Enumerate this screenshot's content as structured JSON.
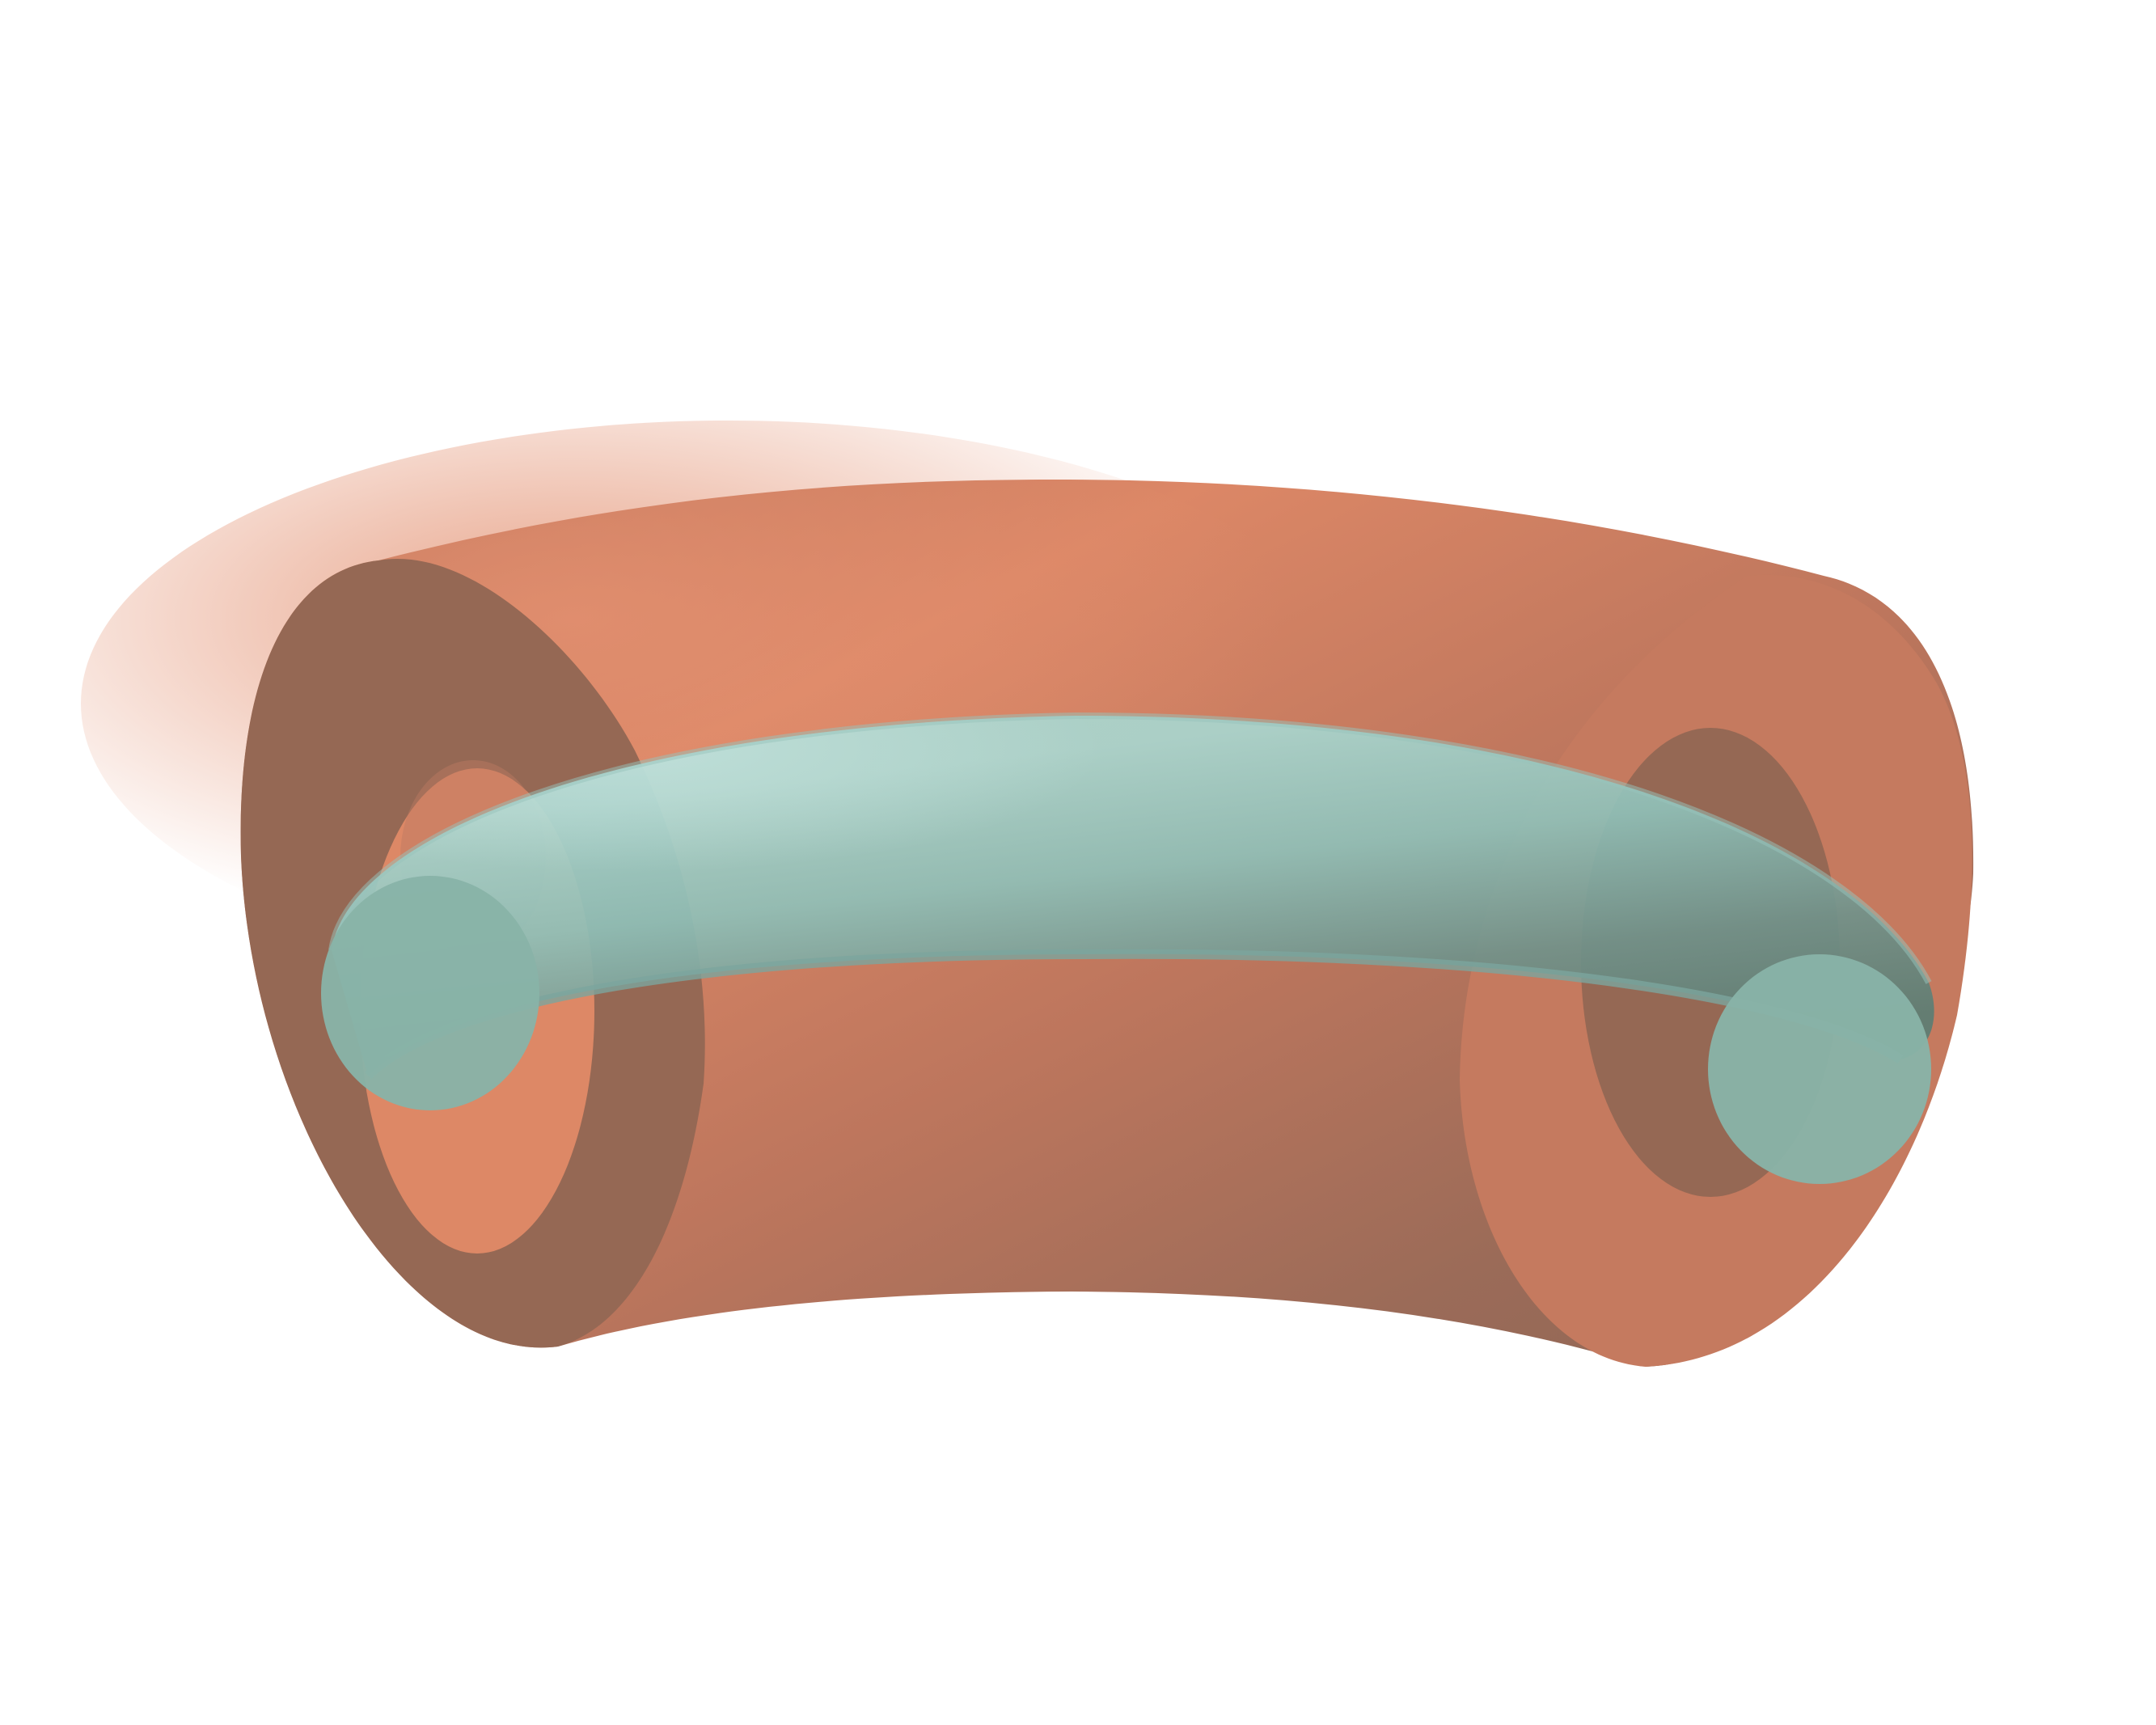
{
  "figure": {
    "kind": "3d-render",
    "background": "#ffffff",
    "objects": [
      {
        "name": "outer-shell",
        "shape": "partial-torus-shell",
        "colors": {
          "face": "#c57a5f",
          "face_shadow": "#956854",
          "bright": "#dd8866",
          "dark": "#8f6655"
        }
      },
      {
        "name": "inner-tube",
        "shape": "partial-torus-tube",
        "colors": {
          "light": "#a8d6cf",
          "mid": "#86b5ad",
          "dark": "#5f7d73",
          "cap": "#88b3a8"
        }
      }
    ]
  }
}
